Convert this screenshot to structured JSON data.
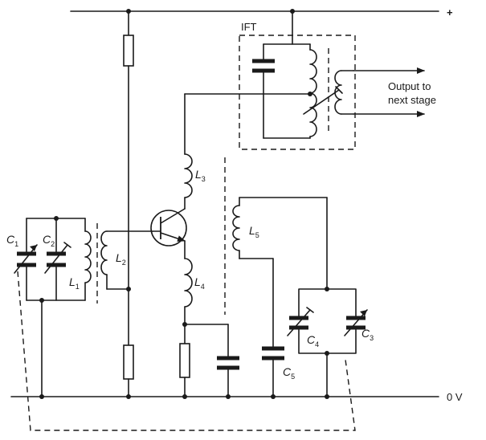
{
  "labels": {
    "plus": "+",
    "zero_volt": "0 V",
    "ift": "IFT",
    "output_line1": "Output to",
    "output_line2": "next stage"
  },
  "components": {
    "C1": {
      "letter": "C",
      "index": "1"
    },
    "C2": {
      "letter": "C",
      "index": "2"
    },
    "C3": {
      "letter": "C",
      "index": "3"
    },
    "C4": {
      "letter": "C",
      "index": "4"
    },
    "C5": {
      "letter": "C",
      "index": "5"
    },
    "L1": {
      "letter": "L",
      "index": "1"
    },
    "L2": {
      "letter": "L",
      "index": "2"
    },
    "L3": {
      "letter": "L",
      "index": "3"
    },
    "L4": {
      "letter": "L",
      "index": "4"
    },
    "L5": {
      "letter": "L",
      "index": "5"
    }
  }
}
